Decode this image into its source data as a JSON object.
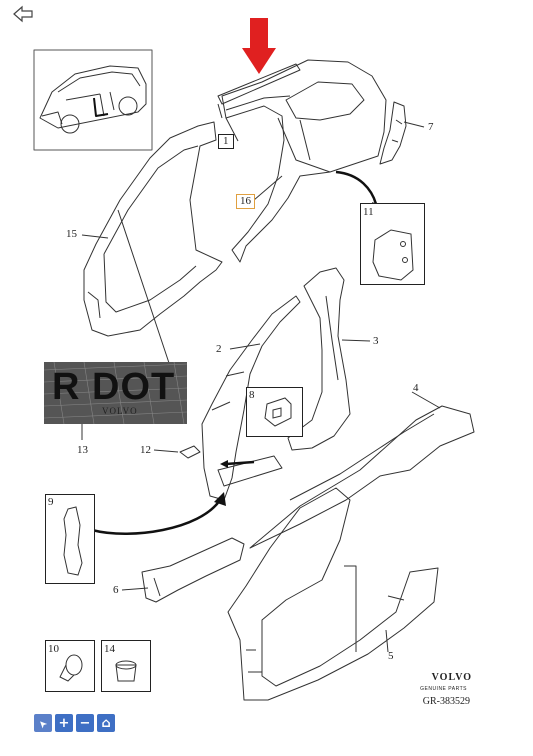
{
  "toolbar": {
    "back_icon": "arrow-left-icon",
    "buttons": [
      {
        "icon": "pointer-icon",
        "glyph": "➤"
      },
      {
        "icon": "zoom-in-icon",
        "glyph": "+"
      },
      {
        "icon": "zoom-out-icon",
        "glyph": "−"
      },
      {
        "icon": "home-icon",
        "glyph": "⌂"
      }
    ]
  },
  "callouts": {
    "c1": "1",
    "c2": "2",
    "c3": "3",
    "c4": "4",
    "c5": "5",
    "c6": "6",
    "c7": "7",
    "c8": "8",
    "c9": "9",
    "c10": "10",
    "c11": "11",
    "c12": "12",
    "c13": "13",
    "c14": "14",
    "c15": "15",
    "c16": "16"
  },
  "stamp": {
    "text": "R DOT",
    "sub": "VOLVO"
  },
  "brand": {
    "name": "VOLVO",
    "tagline": "GENUINE PARTS",
    "ref": "GR-383529"
  },
  "colors": {
    "arrow": "#e02020",
    "line": "#333333",
    "toolbar": "#3e6fc4",
    "highlight": "#e0a040"
  }
}
